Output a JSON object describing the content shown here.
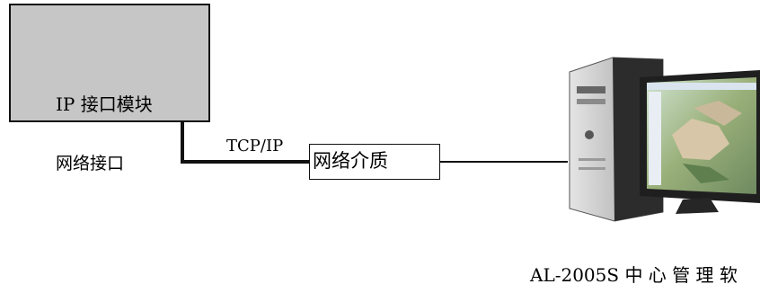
{
  "module": {
    "label": "IP 接口模块"
  },
  "interface": {
    "label": "网络接口"
  },
  "protocol": {
    "label": "TCP/IP"
  },
  "medium": {
    "label": "网络介质"
  },
  "software": {
    "label": "AL-2005S  中 心 管 理 软"
  },
  "colors": {
    "module_fill": "#c6c6c6",
    "line": "#111111"
  },
  "icons": {
    "computer": "desktop-computer-icon"
  }
}
